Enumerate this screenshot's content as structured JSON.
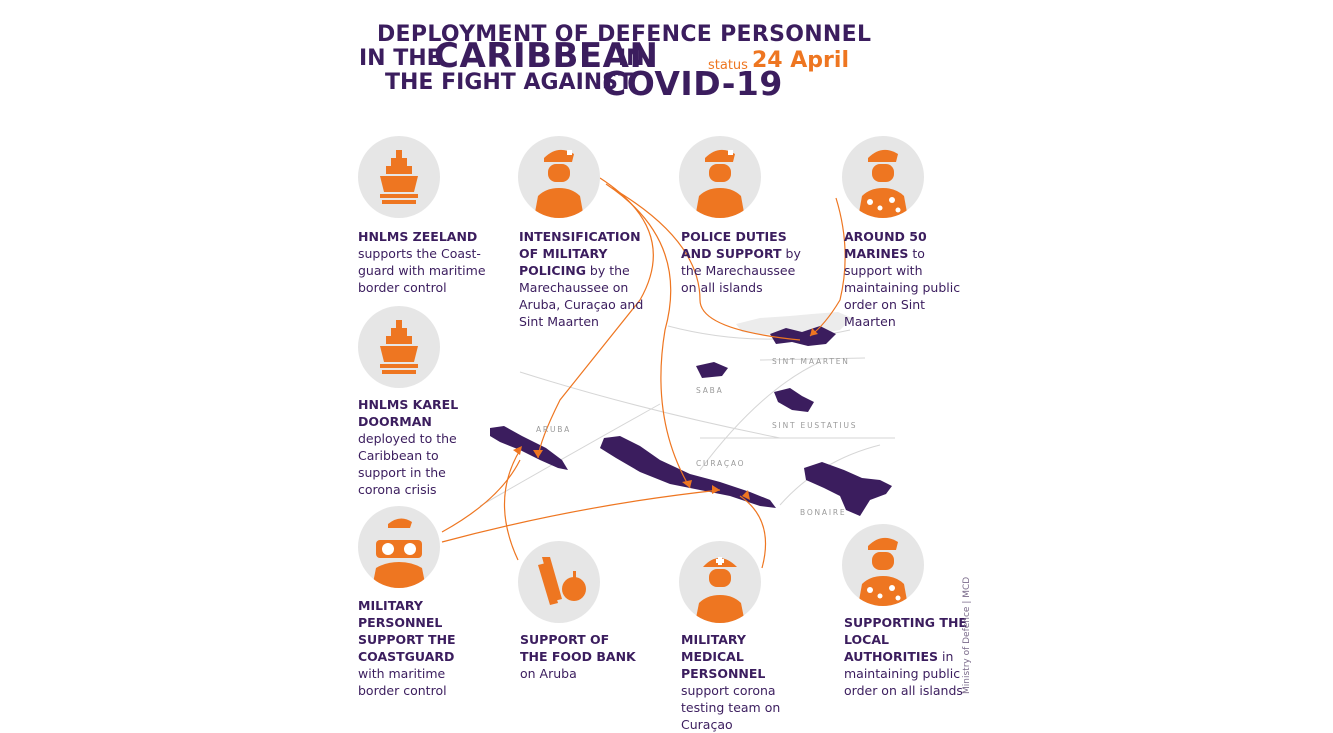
{
  "title": {
    "line1": "DEPLOYMENT OF DEFENCE PERSONNEL",
    "line2_prefix": "IN THE",
    "line2_big": "CARIBBEAN",
    "line2_suffix": "IN",
    "line3_prefix": "THE FIGHT AGAINST",
    "line3_big": "COVID-19"
  },
  "status": {
    "label": "status",
    "date": "24 April"
  },
  "cards": [
    {
      "bold": "HNLMS ZEELAND",
      "rest": " supports the Coast-guard with maritime border control",
      "icon": "ship-icon"
    },
    {
      "bold": "INTENSIFICATION OF MILITARY POLICING",
      "rest": " by the Marechaussee on Aruba, Curaçao and Sint Maarten",
      "icon": "soldier-icon"
    },
    {
      "bold": "POLICE DUTIES AND SUPPORT",
      "rest": " by the Marechaussee on all islands",
      "icon": "soldier-icon"
    },
    {
      "bold": "AROUND 50 MARINES",
      "rest": " to support with maintaining public order on Sint Maarten",
      "icon": "marine-icon"
    },
    {
      "bold": "HNLMS KAREL DOORMAN",
      "rest": " deployed to the Caribbean to support in the corona crisis",
      "icon": "ship-icon"
    },
    {
      "bold": "MILITARY PERSONNEL SUPPORT THE COASTGUARD",
      "rest": " with maritime border control",
      "icon": "binoculars-icon"
    },
    {
      "bold": "SUPPORT OF THE FOOD BANK",
      "rest": " on Aruba",
      "icon": "food-icon"
    },
    {
      "bold": "MILITARY MEDICAL PERSONNEL",
      "rest": " support corona testing team on Curaçao",
      "icon": "medic-icon"
    },
    {
      "bold": "SUPPORTING THE LOCAL AUTHORITIES",
      "rest": " in maintaining public order on all islands",
      "icon": "marine-icon"
    }
  ],
  "islands": {
    "sint_maarten": "SINT MAARTEN",
    "saba": "SABA",
    "sint_eustatius": "SINT EUSTATIUS",
    "aruba": "ARUBA",
    "curacao": "CURAÇAO",
    "bonaire": "BONAIRE"
  },
  "credit": "Ministry of Defence | MCD",
  "colors": {
    "purple": "#3b1d5e",
    "orange": "#ee7621",
    "circle_bg": "#e6e6e6"
  }
}
